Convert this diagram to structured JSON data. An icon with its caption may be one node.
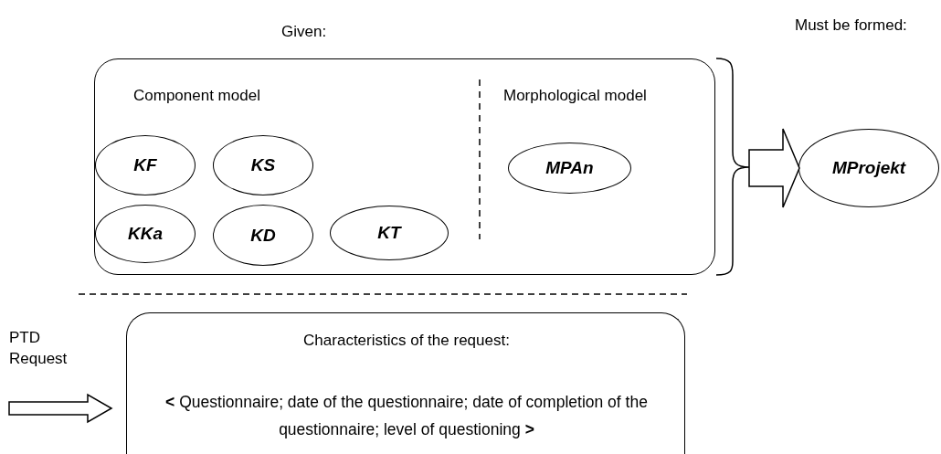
{
  "diagram": {
    "nodes": [
      {
        "text": [
          "Component model",
          "Morphological model"
        ]
      },
      {
        "text": [
          "KF"
        ],
        "in": 0
      },
      {
        "text": [
          "KS"
        ],
        "in": 0
      },
      {
        "text": [
          "KKa"
        ],
        "in": 0
      },
      {
        "text": [
          "KD"
        ],
        "in": 0
      },
      {
        "text": [
          "KT"
        ],
        "in": 0
      },
      {
        "text": [
          "MPAn"
        ],
        "in": 0
      },
      {
        "text": [
          "MProjekt"
        ]
      },
      {
        "text": [
          "Characteristics of the request:",
          "**<** Questionnaire; date of the questionnaire; date of completion of the questionnaire; level of questioning **>**"
        ]
      },
      {
        "text": [
          "PTD Request"
        ]
      }
    ],
    "edges": [
      {
        "from": 0,
        "to": 7,
        "arrow": "to"
      },
      {
        "from": 9,
        "to": 8,
        "arrow": "to"
      }
    ],
    "labels": [
      "Given:",
      "Must be formed:"
    ]
  }
}
